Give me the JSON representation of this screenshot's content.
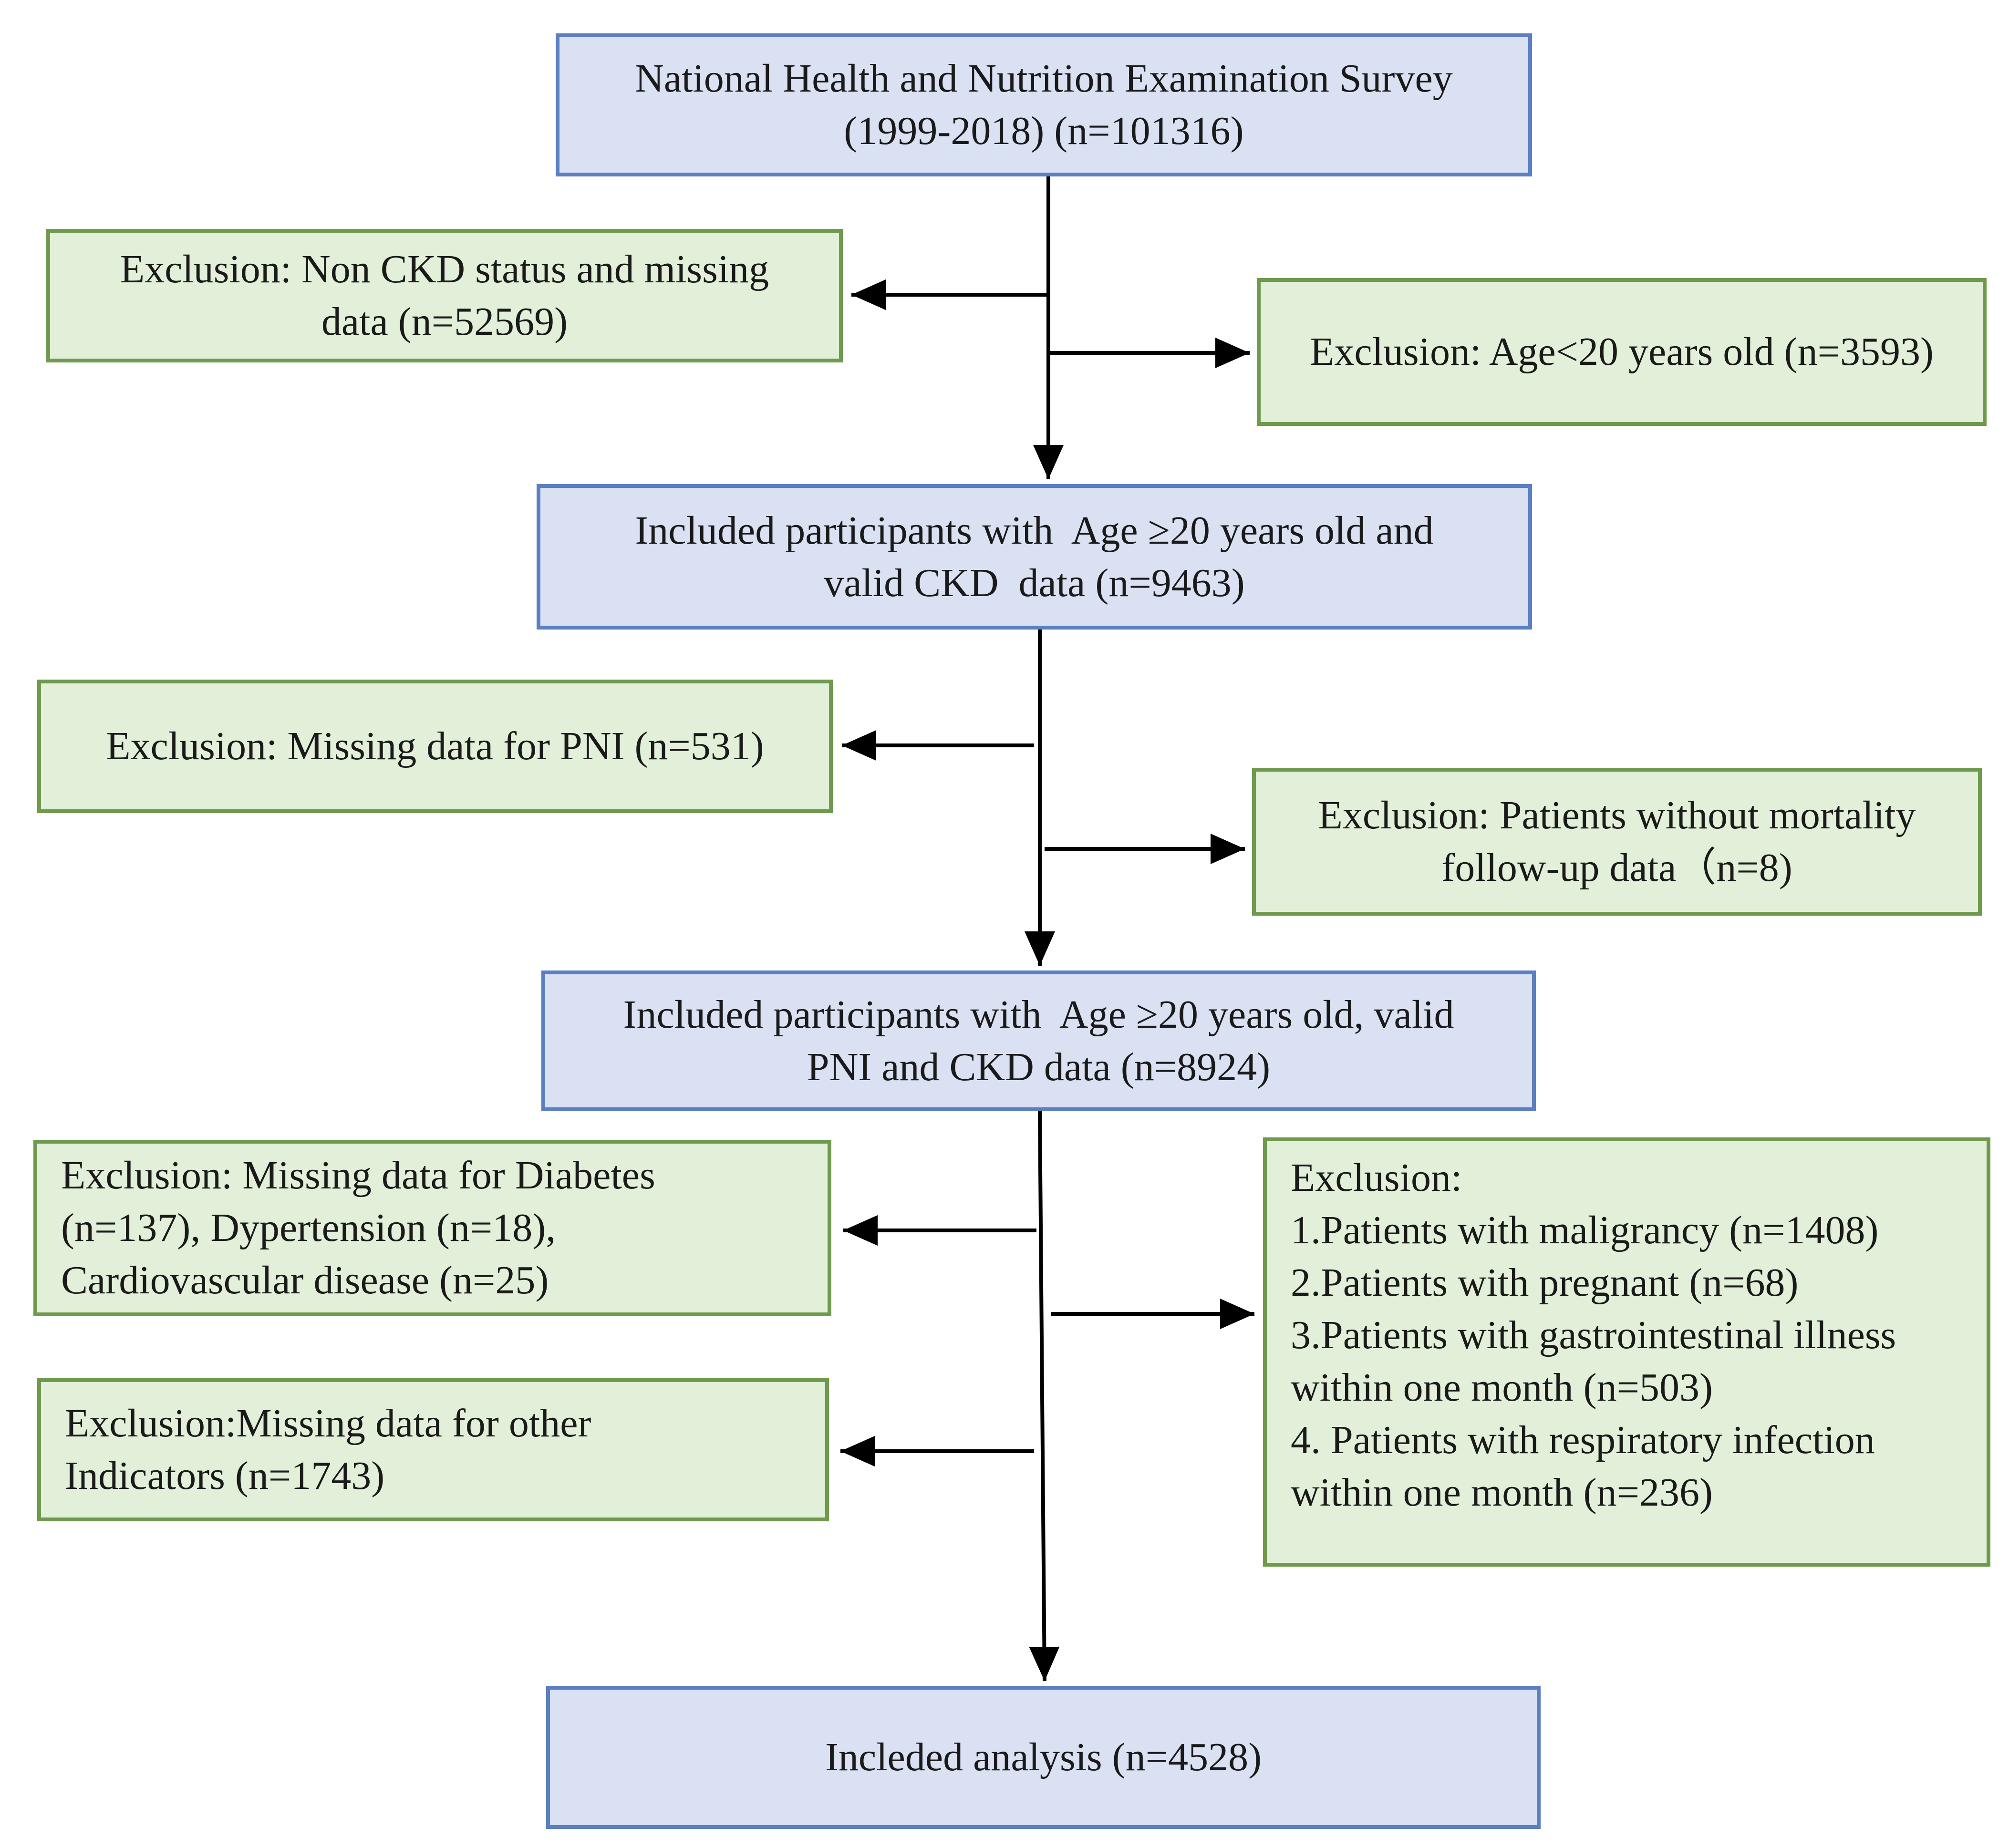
{
  "flowchart": {
    "source_box": {
      "lines": [
        "National Health and Nutrition Examination Survey",
        "(1999-2018) (n=101316)"
      ]
    },
    "exclusion_1": {
      "lines": [
        "Exclusion: Non CKD status and missing",
        "data (n=52569)"
      ]
    },
    "exclusion_2": {
      "lines": [
        "Exclusion: Age<20 years old (n=3593)"
      ]
    },
    "included_1": {
      "lines": [
        "Included participants with  Age ≥20 years old and",
        "valid CKD  data (n=9463)"
      ]
    },
    "exclusion_3": {
      "lines": [
        "Exclusion: Missing data for PNI (n=531)"
      ]
    },
    "exclusion_4": {
      "lines": [
        "Exclusion: Patients without mortality",
        "follow-up data（n=8)"
      ]
    },
    "included_2": {
      "lines": [
        "Included participants with  Age ≥20 years old, valid",
        "PNI and CKD data (n=8924)"
      ]
    },
    "exclusion_5": {
      "lines": [
        "Exclusion: Missing data for Diabetes",
        "(n=137), Dypertension (n=18),",
        "Cardiovascular disease (n=25)"
      ]
    },
    "exclusion_6": {
      "lines": [
        "Exclusion:Missing data for other",
        "Indicators (n=1743)"
      ]
    },
    "exclusion_7": {
      "lines": [
        "Exclusion:",
        "1.Patients with maligrancy (n=1408)",
        "2.Patients with pregnant (n=68)",
        "3.Patients with gastrointestinal illness",
        "within one month (n=503)",
        "4. Patients with respiratory infection",
        "within one month (n=236)"
      ]
    },
    "final_box": {
      "lines": [
        "Incleded analysis (n=4528)"
      ]
    }
  }
}
